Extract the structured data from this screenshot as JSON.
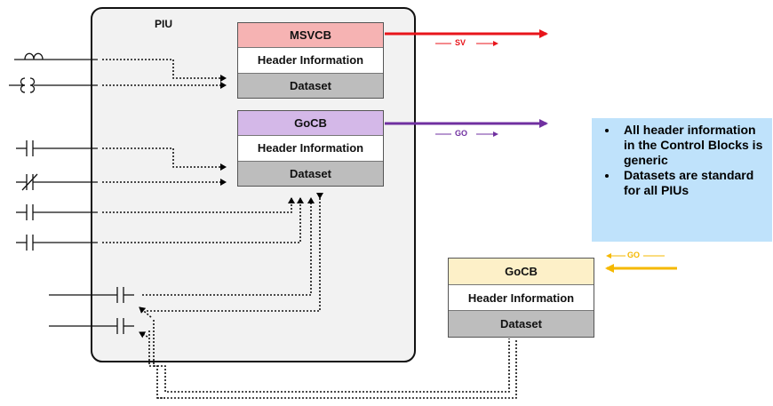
{
  "piu": {
    "label": "PIU"
  },
  "msvcb": {
    "title": "MSVCB",
    "header": "Header Information",
    "dataset": "Dataset",
    "color": "#f6b3b3"
  },
  "gocb": {
    "title": "GoCB",
    "header": "Header Information",
    "dataset": "Dataset",
    "color": "#d4b8e8"
  },
  "gocb_external": {
    "title": "GoCB",
    "header": "Header Information",
    "dataset": "Dataset",
    "color": "#fdf0c8"
  },
  "flows": {
    "sv": {
      "label": "SV",
      "color": "#e8151b"
    },
    "go_out": {
      "label": "GO",
      "color": "#7030a0"
    },
    "go_in": {
      "label": "GO",
      "color": "#f5b800"
    }
  },
  "dataset_color": "#bdbdbd",
  "note": {
    "background": "#bfe2fb",
    "bullets": [
      "All header information in the Control Blocks is generic",
      "Datasets are standard for all PIUs"
    ]
  }
}
